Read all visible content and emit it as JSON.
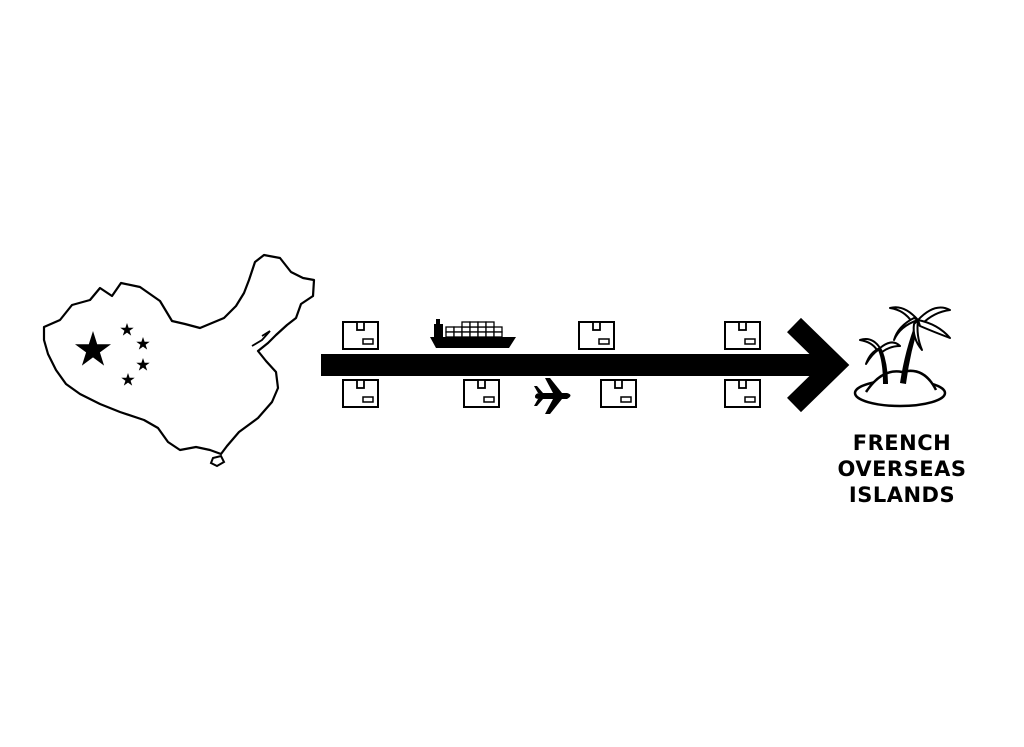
{
  "diagram": {
    "origin": {
      "icon": "china-map-with-flag-stars"
    },
    "route": {
      "icon": "thick-arrow-right",
      "color": "#000000"
    },
    "transport": {
      "sea": "container-ship-icon",
      "air": "airplane-icon"
    },
    "package_icon": "package-box-icon",
    "destination": {
      "icon": "palm-tree-island-icon",
      "label_lines": [
        "FRENCH",
        "OVERSEAS",
        "ISLANDS"
      ]
    }
  }
}
